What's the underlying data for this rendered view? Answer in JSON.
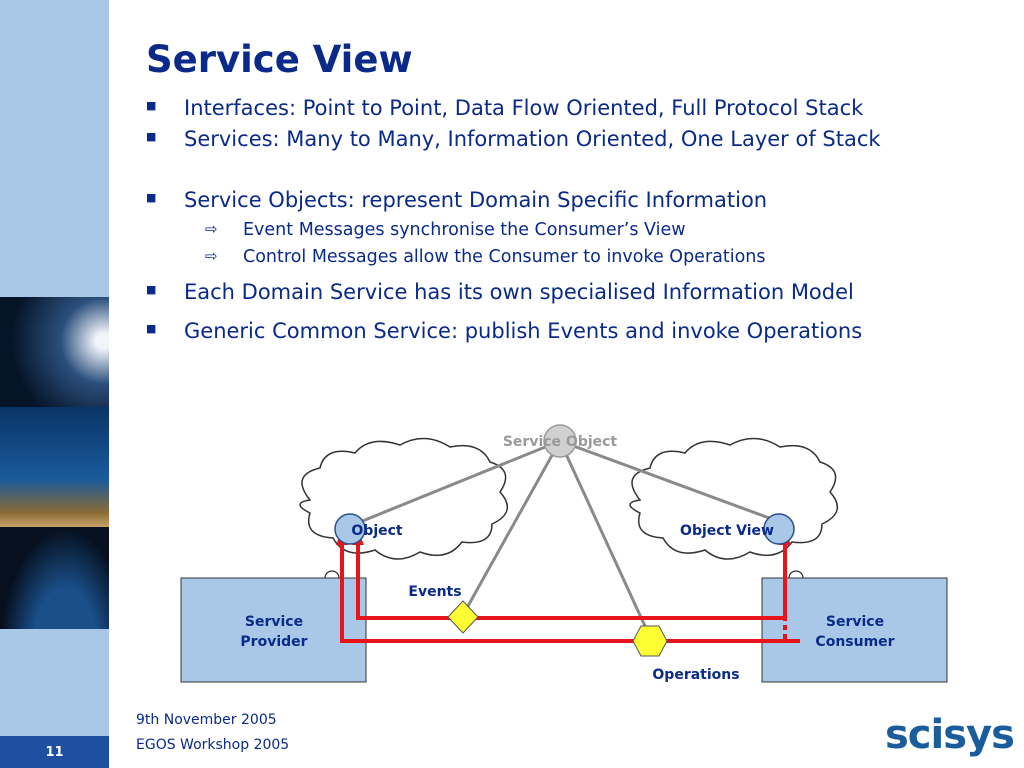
{
  "slide": {
    "title": "Service View",
    "page_number": "11",
    "footer_date": "9th November 2005",
    "footer_event": "EGOS Workshop 2005",
    "logo_text": "scisys"
  },
  "bullets": [
    {
      "level": 1,
      "text": "Interfaces: Point to Point, Data Flow Oriented, Full Protocol Stack"
    },
    {
      "level": 1,
      "text": "Services: Many to Many, Information Oriented, One Layer of Stack"
    },
    {
      "level": 1,
      "text": "Service Objects: represent Domain Specific Information"
    },
    {
      "level": 2,
      "text": "Event Messages synchronise the Consumer’s View"
    },
    {
      "level": 2,
      "text": "Control Messages allow the Consumer to invoke Operations"
    },
    {
      "level": 1,
      "text": "Each Domain Service has its own specialised Information Model"
    },
    {
      "level": 1,
      "text": "Generic Common Service: publish Events and invoke Operations"
    }
  ],
  "diagram": {
    "service_object": "Service Object",
    "object": "Object",
    "object_view": "Object View",
    "provider_line1": "Service",
    "provider_line2": "Provider",
    "consumer_line1": "Service",
    "consumer_line2": "Consumer",
    "events": "Events",
    "operations": "Operations"
  },
  "colors": {
    "sidebar": "#a9c8e8",
    "text": "#0a2a8a",
    "box_fill": "#a9c8e8",
    "flow_line": "#e8141c",
    "link_line": "#8a8a8a",
    "marker": "#ffff33"
  },
  "icons": {
    "level1_bullet": "square-bullet",
    "level2_bullet": "hollow-right-arrow"
  }
}
